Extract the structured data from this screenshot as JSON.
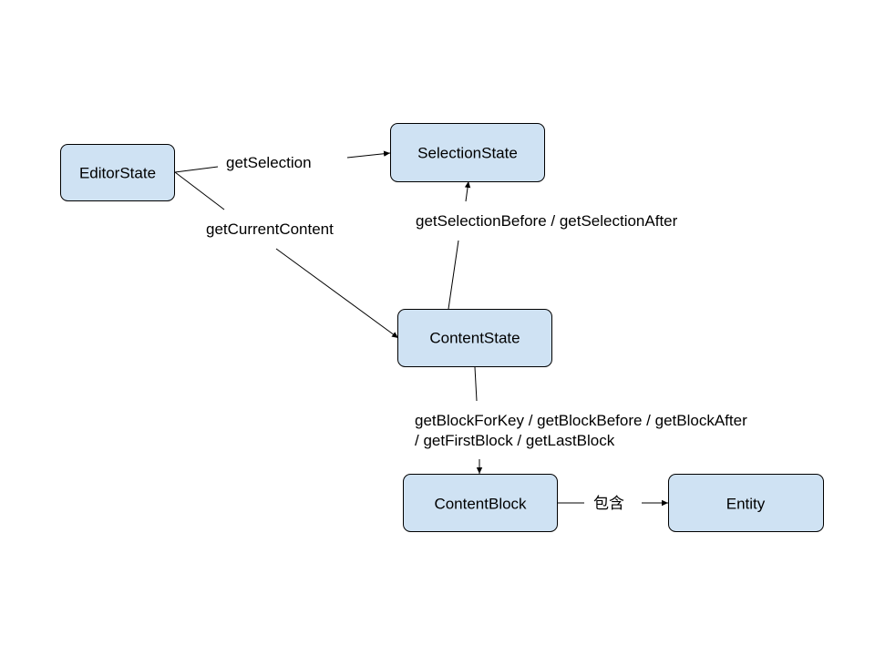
{
  "nodes": {
    "editor_state": "EditorState",
    "selection_state": "SelectionState",
    "content_state": "ContentState",
    "content_block": "ContentBlock",
    "entity": "Entity"
  },
  "edges": {
    "get_selection": "getSelection",
    "get_current_content": "getCurrentContent",
    "selection_before_after": "getSelectionBefore / getSelectionAfter",
    "block_accessors_line1": "getBlockForKey / getBlockBefore / getBlockAfter",
    "block_accessors_line2": "/ getFirstBlock / getLastBlock",
    "contains": "包含"
  }
}
